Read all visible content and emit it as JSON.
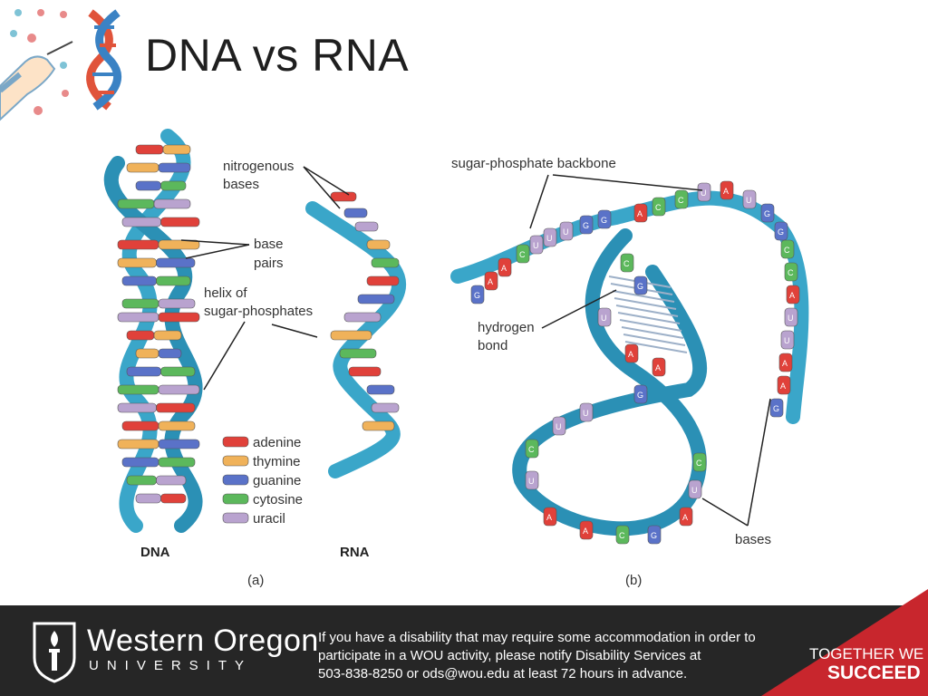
{
  "slide": {
    "title": "DNA vs RNA"
  },
  "figure": {
    "panel_a": {
      "label_nitrogenous_1": "nitrogenous",
      "label_nitrogenous_2": "bases",
      "label_base_pairs_1": "base",
      "label_base_pairs_2": "pairs",
      "label_helix_1": "helix of",
      "label_helix_2": "sugar-phosphates",
      "dna_caption": "DNA",
      "rna_caption": "RNA",
      "panel_caption": "(a)",
      "legend": [
        {
          "name": "adenine",
          "color": "#e0413a"
        },
        {
          "name": "thymine",
          "color": "#f0b25a"
        },
        {
          "name": "guanine",
          "color": "#5a72c8"
        },
        {
          "name": "cytosine",
          "color": "#5cb85c"
        },
        {
          "name": "uracil",
          "color": "#b9a3cf"
        }
      ]
    },
    "panel_b": {
      "label_backbone": "sugar-phosphate backbone",
      "label_hydrogen_1": "hydrogen",
      "label_hydrogen_2": "bond",
      "label_bases": "bases",
      "panel_caption": "(b)",
      "base_letters": [
        "G",
        "A",
        "A",
        "C",
        "U",
        "U",
        "U",
        "G",
        "G",
        "A",
        "C",
        "C",
        "U",
        "A",
        "U",
        "G",
        "G",
        "C",
        "C",
        "A",
        "U",
        "U",
        "A",
        "A",
        "G",
        "C",
        "G",
        "U",
        "A",
        "A",
        "G",
        "U",
        "U",
        "C",
        "U",
        "A",
        "A",
        "C",
        "G",
        "A",
        "U",
        "C"
      ]
    }
  },
  "footer": {
    "university_name": "Western Oregon",
    "university_sub": "UNIVERSITY",
    "notice_line1": "If you have a disability that may require some accommodation in order to",
    "notice_line2": "participate in a WOU activity, please notify Disability Services at",
    "notice_line3": "503-838-8250 or ods@wou.edu at least 72 hours in advance.",
    "slogan_line1": "TOGETHER WE",
    "slogan_line2": "SUCCEED"
  },
  "colors": {
    "helix": "#3aa6c9",
    "helix_dark": "#1f7ea3",
    "footer_bg": "#262626",
    "slogan_bg": "#c8262d"
  }
}
